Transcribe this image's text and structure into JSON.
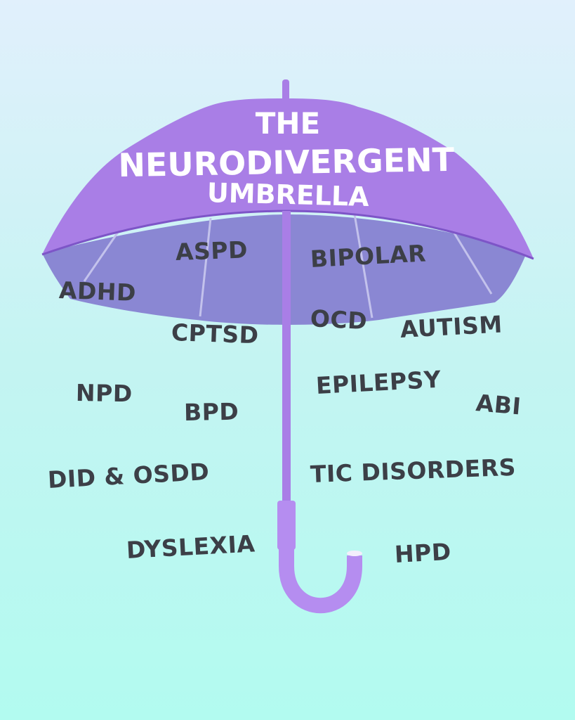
{
  "title": {
    "line1": "THE",
    "line2": "NEURODIVERGENT",
    "line3": "UMBRELLA"
  },
  "terms": {
    "aspd": "ASPD",
    "bipolar": "BIPOLAR",
    "adhd": "ADHD",
    "ocd": "OCD",
    "cptsd": "CPTSD",
    "autism": "AUTISM",
    "npd": "NPD",
    "epilepsy": "EPILEPSY",
    "bpd": "BPD",
    "abi": "ABI",
    "did_osdd": "DID & OSDD",
    "tic_disorders": "TIC DISORDERS",
    "dyslexia": "DYSLEXIA",
    "hpd": "HPD"
  },
  "colors": {
    "canopy": "#a97ee6",
    "canopy_underside": "#8a87d3",
    "rib": "#c3c2ec",
    "shaft": "#a97ee6",
    "handle": "#b58df0",
    "text": "#3c3f47",
    "title_text": "#ffffff"
  },
  "icons": [
    "umbrella-icon"
  ]
}
